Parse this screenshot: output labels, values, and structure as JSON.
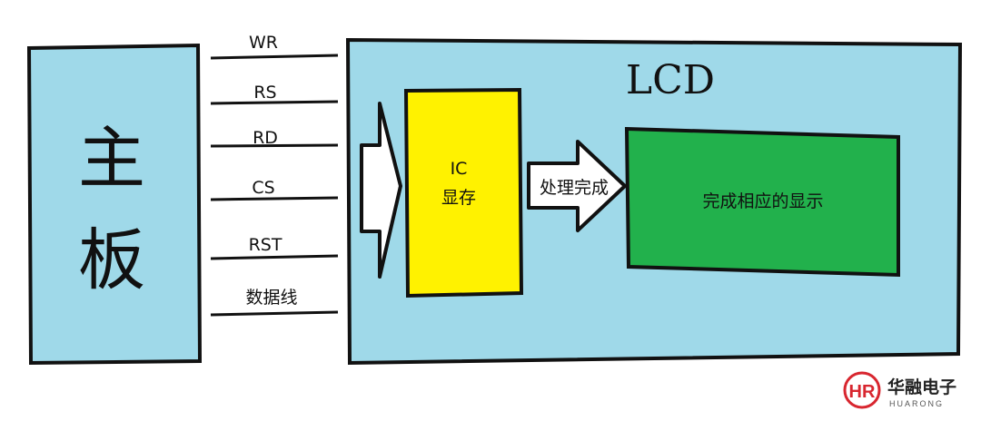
{
  "mainboard": {
    "label_top": "主",
    "label_bottom": "板"
  },
  "signals": [
    "WR",
    "RS",
    "RD",
    "CS",
    "RST",
    "数据线"
  ],
  "lcd": {
    "title": "LCD"
  },
  "ic": {
    "line1": "IC",
    "line2": "显存"
  },
  "process_arrow_label": "处理完成",
  "display_block": {
    "label": "完成相应的显示"
  },
  "logo": {
    "mark": "HR",
    "cn": "华融电子",
    "en": "HUARONG"
  },
  "colors": {
    "board": "#9fd9e9",
    "lcd": "#9fd9e9",
    "ic": "#fff200",
    "display": "#22b14c",
    "logo_red": "#d8262f"
  }
}
